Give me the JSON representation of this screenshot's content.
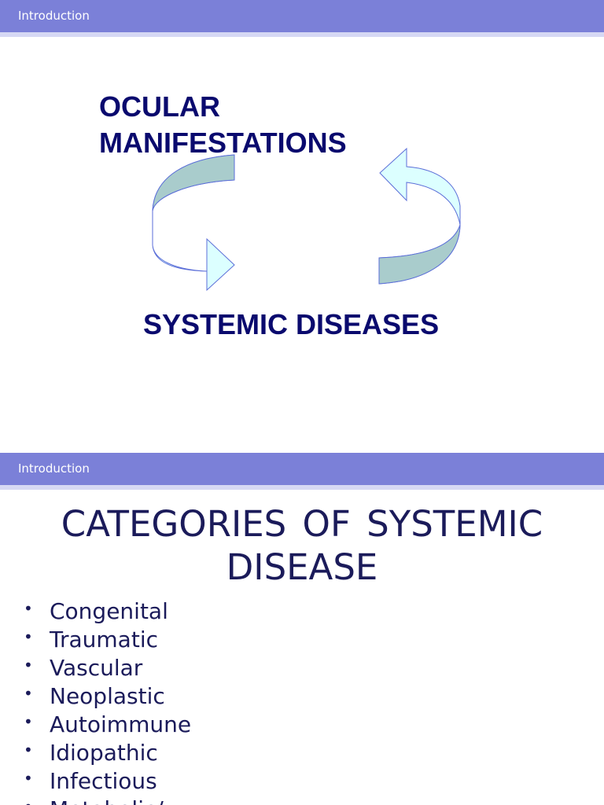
{
  "slides": [
    {
      "section_label": "Introduction",
      "top_text": "OCULAR MANIFESTATIONS",
      "bottom_text": "SYSTEMIC DISEASES",
      "colors": {
        "header_bar": "#7b80d8",
        "title_text": "#0a0a6e",
        "arrow_fill_light": "#dcffff",
        "arrow_fill_dark": "#a9cccc",
        "arrow_stroke": "#5b6ed8"
      },
      "icons": [
        "left-curved-arrow-icon",
        "right-curved-arrow-icon"
      ]
    },
    {
      "section_label": "Introduction",
      "title": "CATEGORIES  OF SYSTEMIC DISEASE",
      "bullet_symbol": "•",
      "items": [
        "Congenital",
        "Traumatic",
        "Vascular",
        "Neoplastic",
        "Autoimmune",
        "Idiopathic",
        "Infectious",
        "Metabolic/"
      ]
    }
  ]
}
